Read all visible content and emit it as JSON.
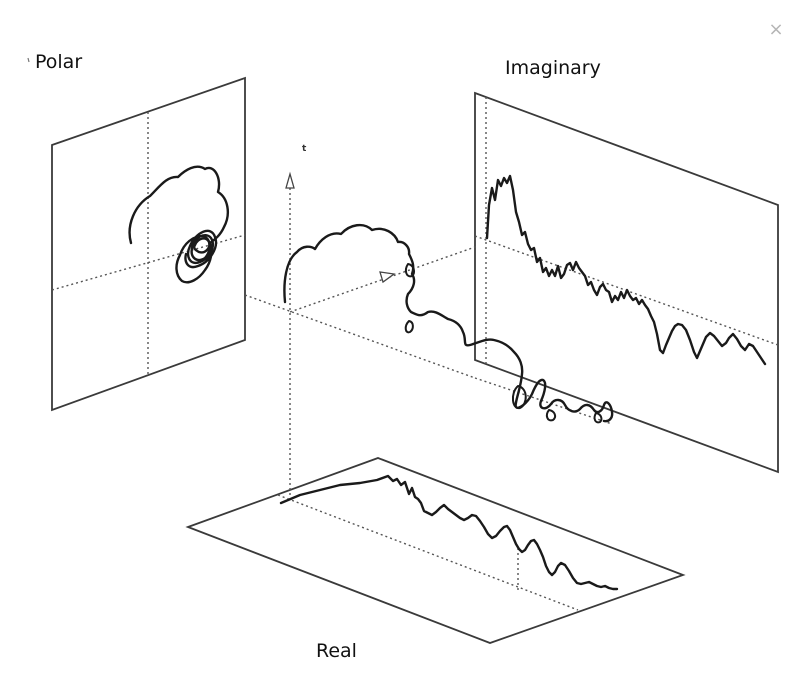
{
  "labels": {
    "polar": "Polar",
    "imaginary": "Imaginary",
    "real": "Real",
    "axis_t": "t"
  },
  "close_icon": "×"
}
